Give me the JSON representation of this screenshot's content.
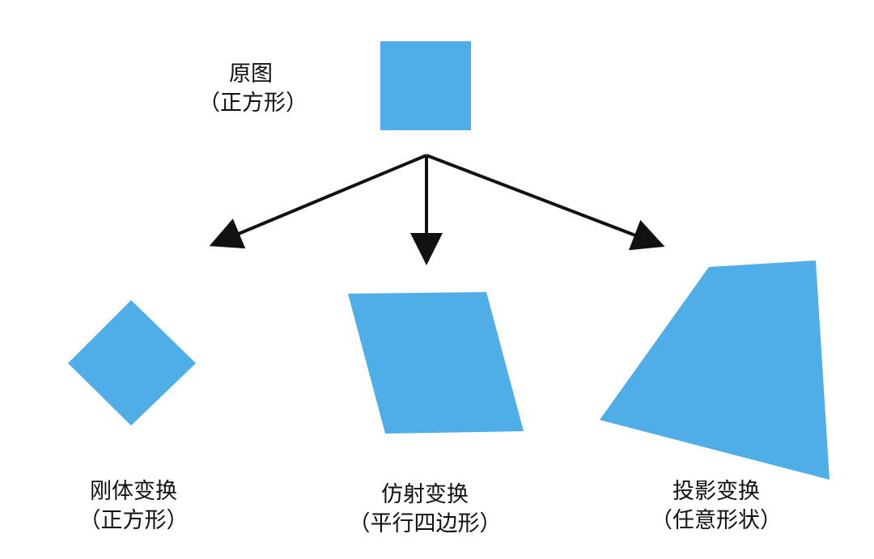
{
  "colors": {
    "shape_fill": "#4FAEE8",
    "arrow": "#111111",
    "text": "#111111",
    "background": "#FFFFFF"
  },
  "original": {
    "title": "原图",
    "subtitle": "（正方形）"
  },
  "transforms": [
    {
      "title": "刚体变换",
      "subtitle": "（正方形）"
    },
    {
      "title": "仿射变换",
      "subtitle": "（平行四边形）"
    },
    {
      "title": "投影变换",
      "subtitle": "（任意形状）"
    }
  ]
}
